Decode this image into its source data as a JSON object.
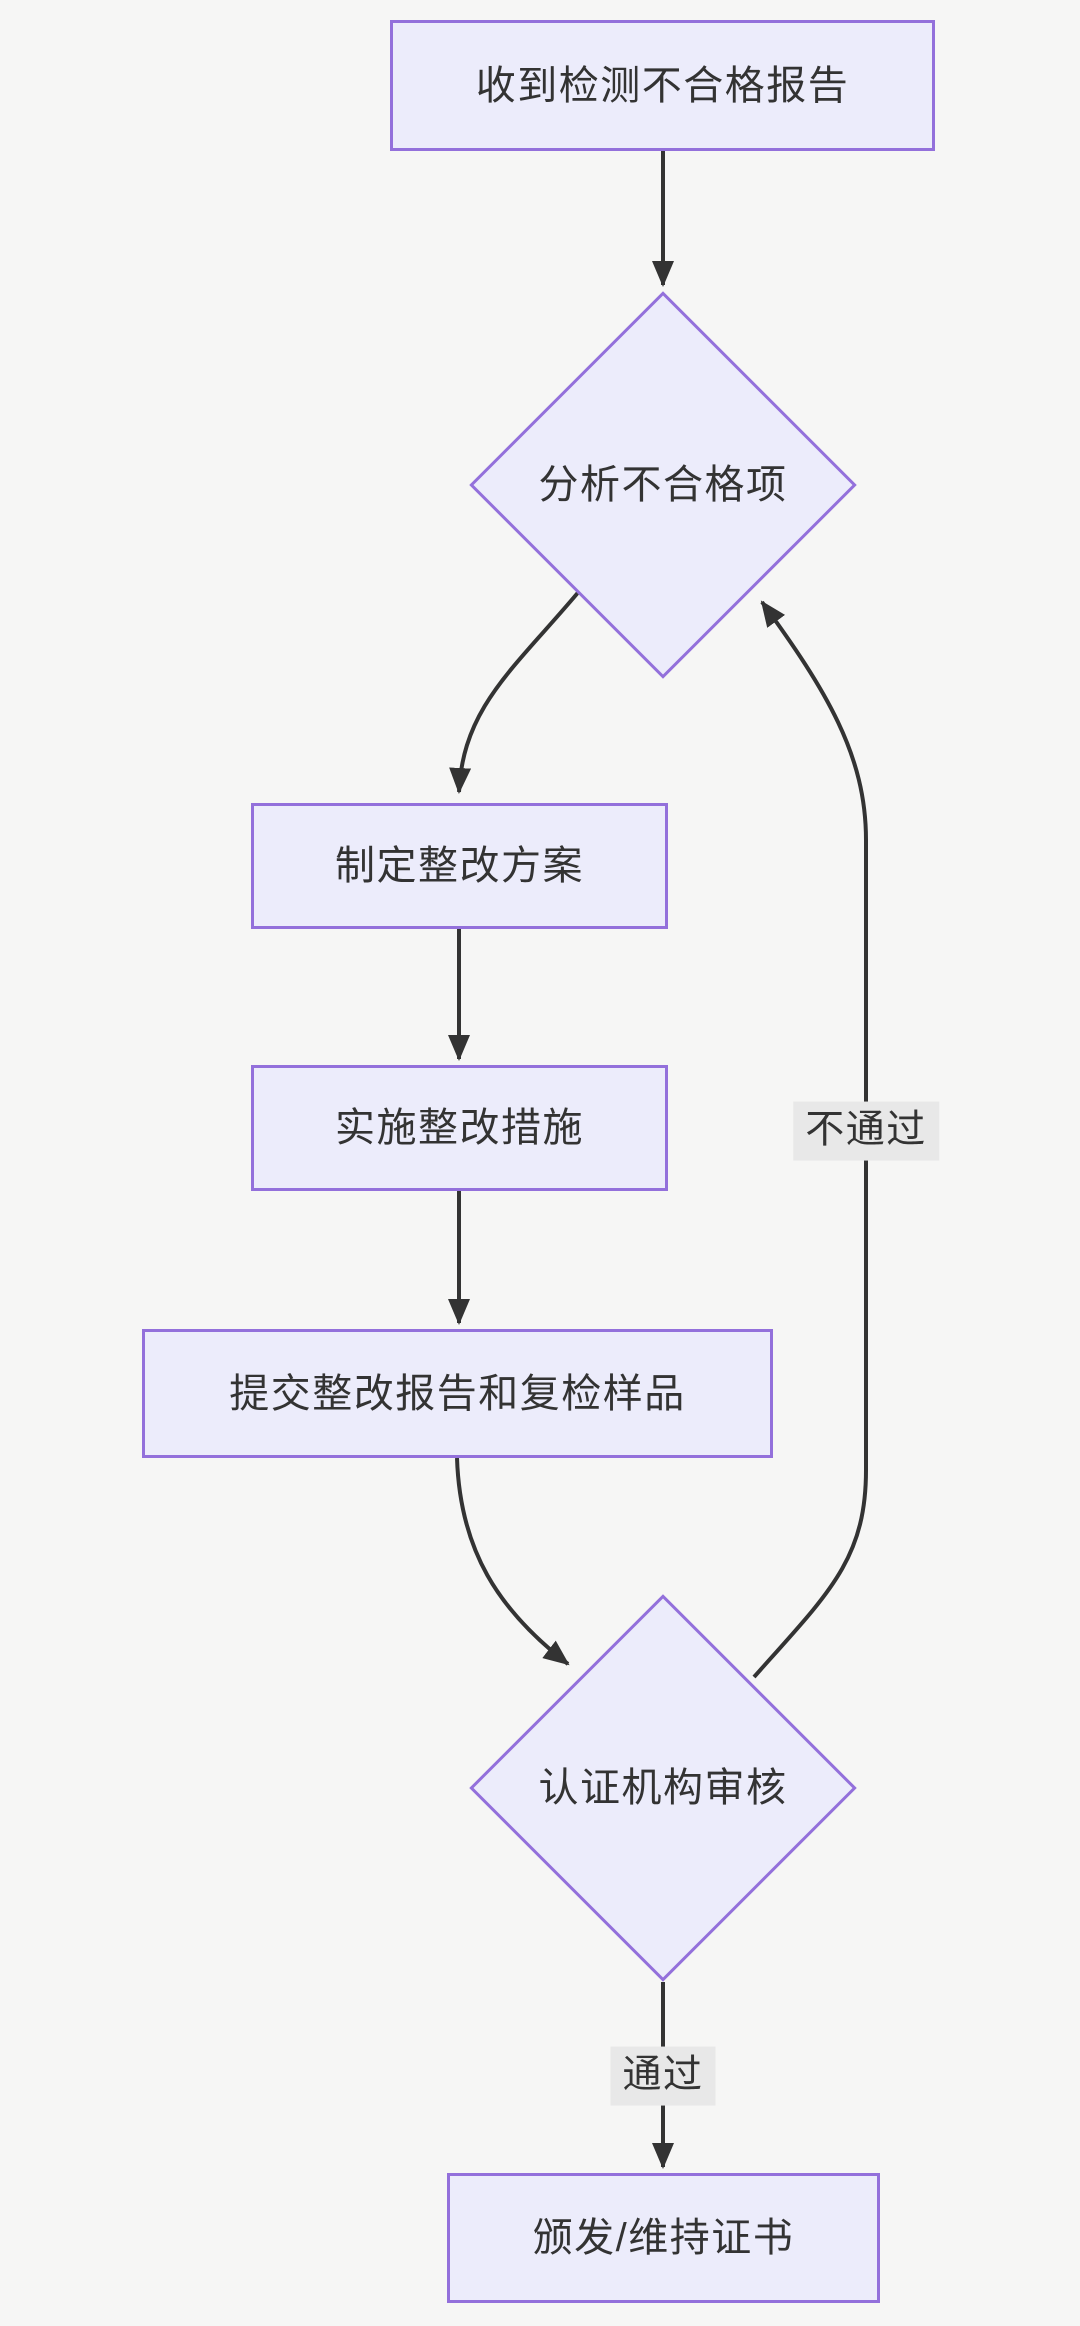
{
  "diagram": {
    "type": "flowchart",
    "direction": "top-down",
    "colors": {
      "background": "#f6f6f5",
      "node_fill": "#ececfb",
      "node_border": "#9370db",
      "edge": "#333333",
      "text": "#333333",
      "edge_label_bg": "#e8e8e8"
    },
    "nodes": {
      "receive": {
        "label": "收到检测不合格报告",
        "shape": "rect"
      },
      "analyze": {
        "label": "分析不合格项",
        "shape": "diamond"
      },
      "plan": {
        "label": "制定整改方案",
        "shape": "rect"
      },
      "implement": {
        "label": "实施整改措施",
        "shape": "rect"
      },
      "submit": {
        "label": "提交整改报告和复检样品",
        "shape": "rect"
      },
      "review": {
        "label": "认证机构审核",
        "shape": "diamond"
      },
      "certificate": {
        "label": "颁发/维持证书",
        "shape": "rect"
      }
    },
    "edges": [
      {
        "from": "receive",
        "to": "analyze",
        "label": ""
      },
      {
        "from": "analyze",
        "to": "plan",
        "label": ""
      },
      {
        "from": "plan",
        "to": "implement",
        "label": ""
      },
      {
        "from": "implement",
        "to": "submit",
        "label": ""
      },
      {
        "from": "submit",
        "to": "review",
        "label": ""
      },
      {
        "from": "review",
        "to": "analyze",
        "label": "不通过"
      },
      {
        "from": "review",
        "to": "certificate",
        "label": "通过"
      }
    ],
    "edge_labels": {
      "fail": "不通过",
      "pass": "通过"
    }
  }
}
